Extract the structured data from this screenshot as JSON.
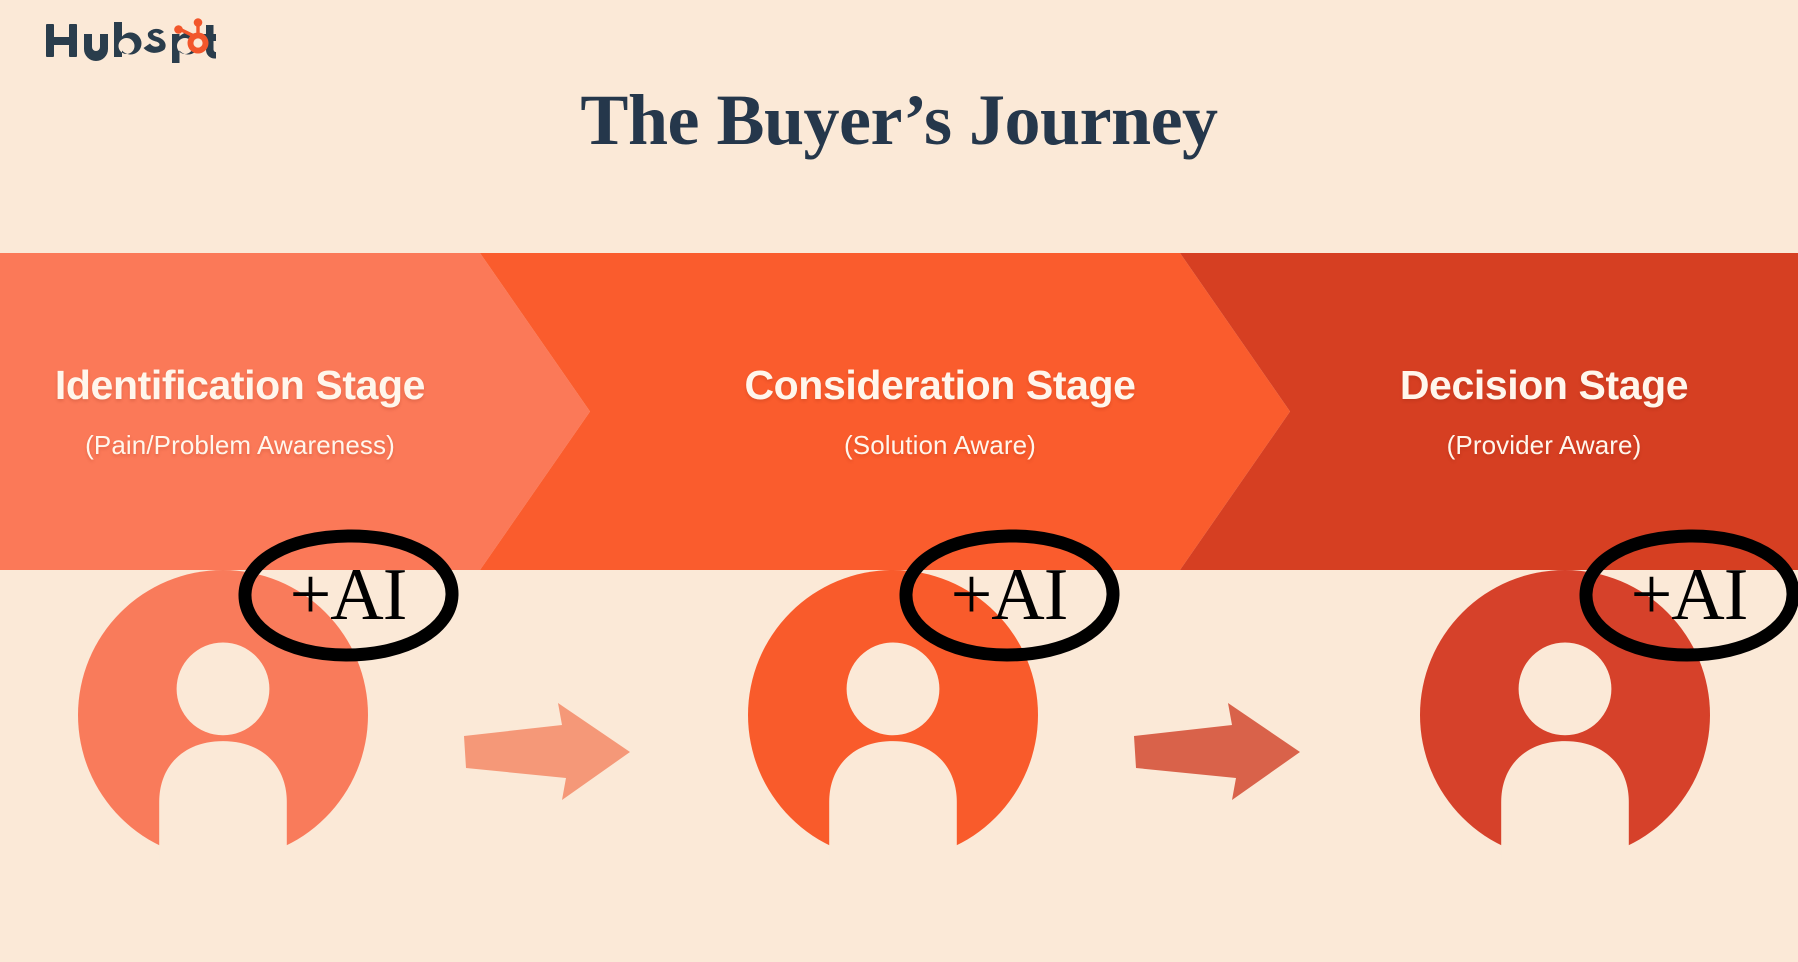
{
  "brand": {
    "logo_text": "HubSpot",
    "logo_navy": "#2A3D4C",
    "logo_orange": "#F2562B"
  },
  "page": {
    "title": "The Buyer’s Journey",
    "background_color": "#FBE9D7",
    "title_color": "#25374B"
  },
  "banner": {
    "stages": [
      {
        "name": "Identification Stage",
        "subtitle": "(Pain/Problem Awareness)",
        "color": "#FB7958"
      },
      {
        "name": "Consideration Stage",
        "subtitle": "(Solution Aware)",
        "color": "#FA5C2D"
      },
      {
        "name": "Decision Stage",
        "subtitle": "(Provider Aware)",
        "color": "#D63F22"
      }
    ]
  },
  "personas": [
    {
      "icon": "person-avatar-icon",
      "color": "#F97B5B",
      "silhouette_color": "#FBE9D7"
    },
    {
      "icon": "person-avatar-icon",
      "color": "#F95B2B",
      "silhouette_color": "#FBE9D7"
    },
    {
      "icon": "person-avatar-icon",
      "color": "#D6412A",
      "silhouette_color": "#FBE9D7"
    }
  ],
  "arrows": [
    {
      "icon": "right-arrow-icon",
      "color": "#F59878"
    },
    {
      "icon": "right-arrow-icon",
      "color": "#D9624A"
    }
  ],
  "annotations": [
    {
      "label": "+AI",
      "ink_color": "#000000"
    },
    {
      "label": "+AI",
      "ink_color": "#000000"
    },
    {
      "label": "+AI",
      "ink_color": "#000000"
    }
  ]
}
